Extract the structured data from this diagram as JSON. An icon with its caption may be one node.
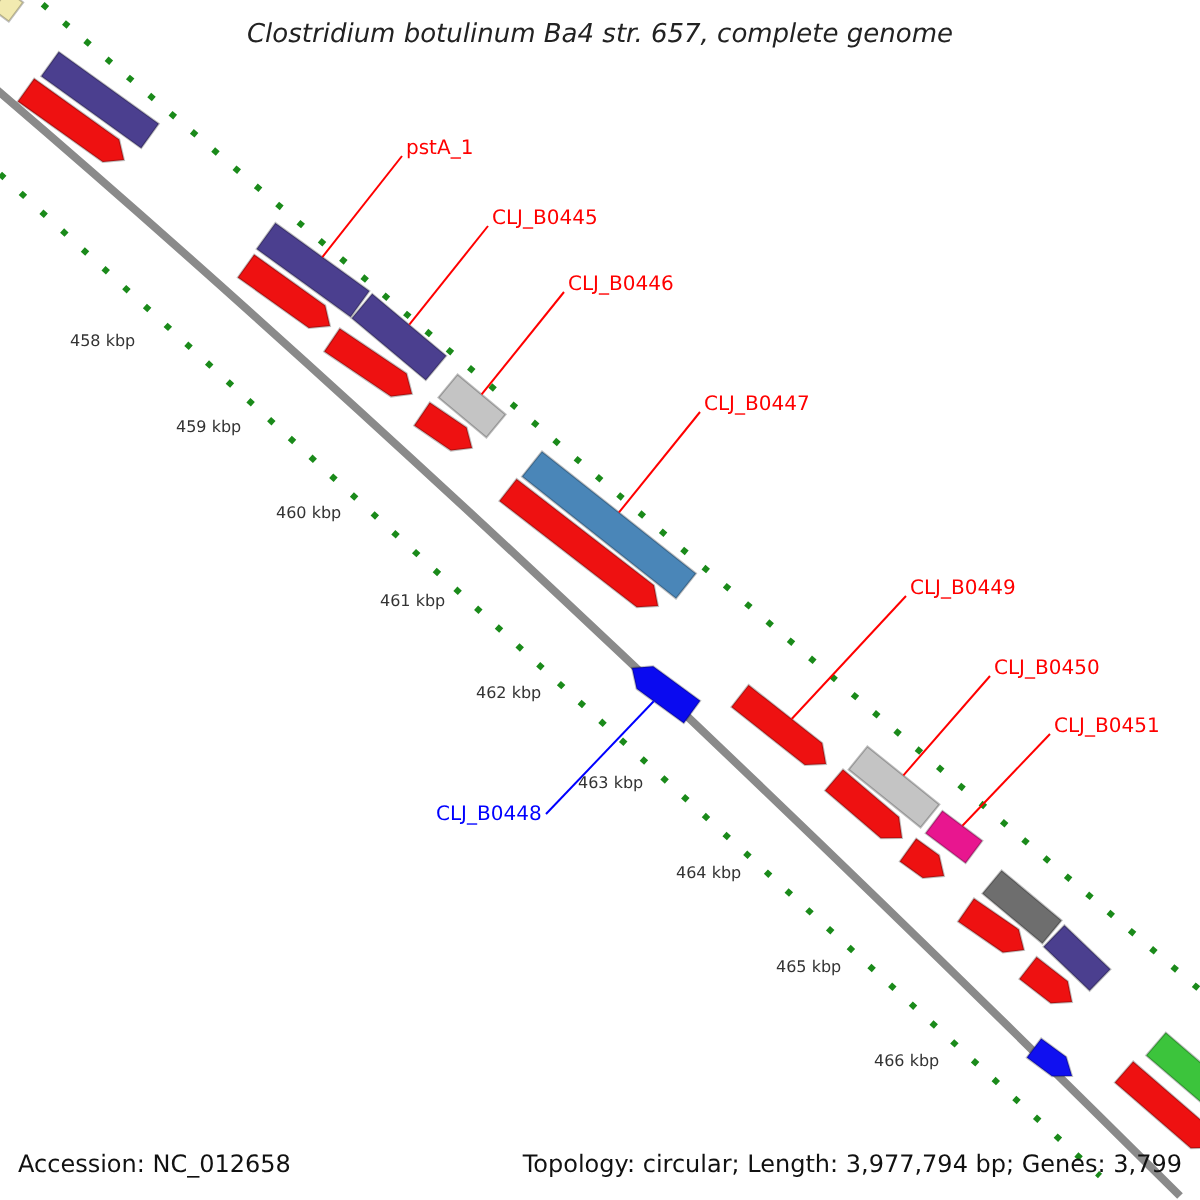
{
  "diagram": {
    "title": "Clostridium botulinum Ba4 str. 657, complete genome",
    "nodes": [
      {
        "text": [
          "pstA_1"
        ]
      },
      {
        "text": [],
        "shape": "bar"
      },
      {
        "text": [
          "CLJ_B0445"
        ]
      },
      {
        "text": [],
        "shape": "bar"
      },
      {
        "text": [
          "CLJ_B0446"
        ]
      },
      {
        "text": [],
        "shape": "bar"
      },
      {
        "text": [
          "CLJ_B0447"
        ]
      },
      {
        "text": [],
        "shape": "bar"
      },
      {
        "text": [
          "CLJ_B0449"
        ]
      },
      {
        "text": [],
        "shape": "bar"
      },
      {
        "text": [
          "CLJ_B0450"
        ]
      },
      {
        "text": [],
        "shape": "bar"
      },
      {
        "text": [
          "CLJ_B0451"
        ]
      },
      {
        "text": [],
        "shape": "bar"
      },
      {
        "text": [
          "CLJ_B0448"
        ]
      },
      {
        "text": [],
        "shape": "bar"
      },
      {
        "text": [],
        "shape": "bar"
      },
      {
        "text": [],
        "shape": "bar"
      },
      {
        "text": [],
        "shape": "bar"
      },
      {
        "text": [],
        "shape": "bar"
      },
      {
        "text": [],
        "shape": "bar"
      },
      {
        "text": [],
        "shape": "bar"
      },
      {
        "text": [],
        "shape": "bar"
      },
      {
        "text": [],
        "shape": "bar"
      },
      {
        "text": [],
        "shape": "bar"
      },
      {
        "text": [],
        "shape": "bar"
      },
      {
        "text": [],
        "shape": "bar"
      },
      {
        "text": [],
        "shape": "bar"
      },
      {
        "text": [],
        "shape": "bar"
      },
      {
        "text": [],
        "shape": "bar"
      },
      {
        "text": [],
        "shape": "bar"
      },
      {
        "text": [],
        "shape": "bar"
      }
    ],
    "edges": [
      {
        "from": 0,
        "to": 1,
        "arrow": "none"
      },
      {
        "from": 2,
        "to": 3,
        "arrow": "none"
      },
      {
        "from": 4,
        "to": 5,
        "arrow": "none"
      },
      {
        "from": 6,
        "to": 7,
        "arrow": "none"
      },
      {
        "from": 8,
        "to": 9,
        "arrow": "none"
      },
      {
        "from": 10,
        "to": 11,
        "arrow": "none"
      },
      {
        "from": 12,
        "to": 13,
        "arrow": "none"
      },
      {
        "from": 14,
        "to": 15,
        "arrow": "none",
        "color": "#0000ff"
      }
    ],
    "labels": [
      "458 kbp",
      "459 kbp",
      "460 kbp",
      "461 kbp",
      "462 kbp",
      "463 kbp",
      "464 kbp",
      "465 kbp",
      "466 kbp",
      "Accession: NC_012658",
      "Topology: circular; Length: 3,977,794 bp; Genes: 3,799"
    ]
  }
}
